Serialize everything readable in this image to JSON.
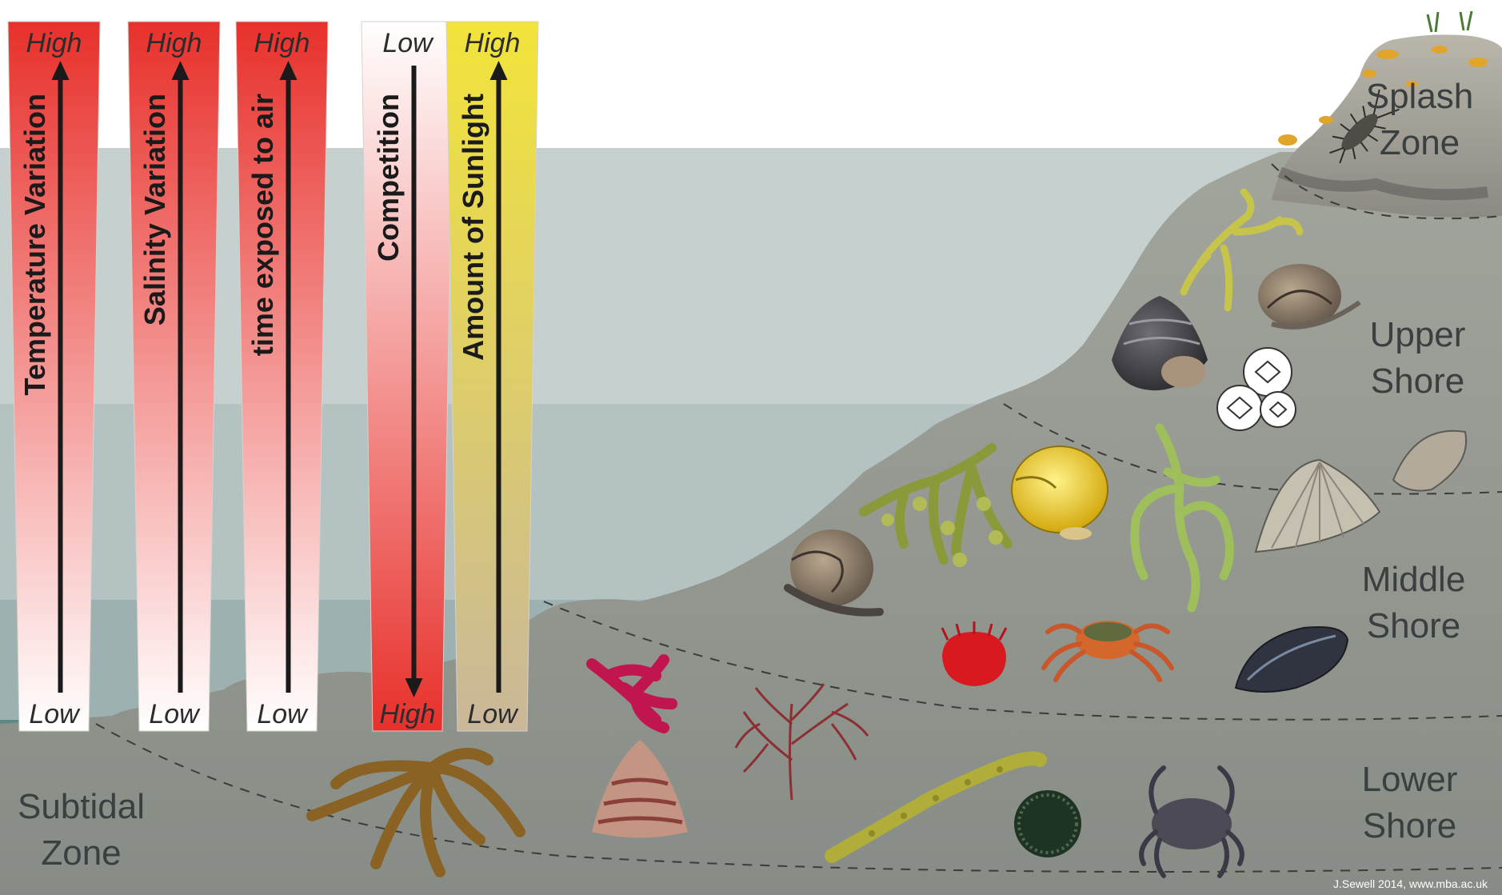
{
  "bars": [
    {
      "title": "Temperature Variation",
      "top_label": "High",
      "bottom_label": "Low",
      "arrow": "up",
      "gradient": [
        "#e8302b",
        "#ffffff"
      ]
    },
    {
      "title": "Salinity Variation",
      "top_label": "High",
      "bottom_label": "Low",
      "arrow": "up",
      "gradient": [
        "#e8302b",
        "#ffffff"
      ]
    },
    {
      "title": "time exposed to air",
      "top_label": "High",
      "bottom_label": "Low",
      "arrow": "up",
      "gradient": [
        "#e8302b",
        "#ffffff"
      ]
    },
    {
      "title": "Competition",
      "top_label": "Low",
      "bottom_label": "High",
      "arrow": "down",
      "gradient": [
        "#ffffff",
        "#e8302b"
      ]
    },
    {
      "title": "Amount of Sunlight",
      "top_label": "High",
      "bottom_label": "Low",
      "arrow": "up",
      "gradient": [
        "#f2e43a",
        "#c9b79a"
      ]
    }
  ],
  "zones": {
    "splash": [
      "Splash",
      "Zone"
    ],
    "upper": [
      "Upper",
      "Shore"
    ],
    "middle": [
      "Middle",
      "Shore"
    ],
    "lower": [
      "Lower",
      "Shore"
    ],
    "subtidal": [
      "Subtidal",
      "Zone"
    ]
  },
  "credit": "J.Sewell 2014, www.mba.ac.uk",
  "colors": {
    "sky": "#ffffff",
    "water_band_1": "#c5d0cf",
    "water_band_2": "#b4c3c1",
    "water_band_3": "#9db2b0",
    "subtidal_water": "#5d8884",
    "rock": "#8f948d",
    "rock_light": "#a4a79f",
    "zone_line": "#3a3d3a"
  },
  "organisms": [
    "flat-periwinkle",
    "channelled-wrack",
    "black-snail",
    "barnacles",
    "limpet",
    "spiral-wrack",
    "yellow-periwinkle",
    "bladder-wrack",
    "large-limpet",
    "periwinkle",
    "beadlet-anemone",
    "shore-crab",
    "mussel",
    "kelp",
    "red-seaweed",
    "top-shell",
    "branched-red-seaweed",
    "thong-weed",
    "sea-urchin",
    "velvet-crab",
    "sea-slater"
  ]
}
